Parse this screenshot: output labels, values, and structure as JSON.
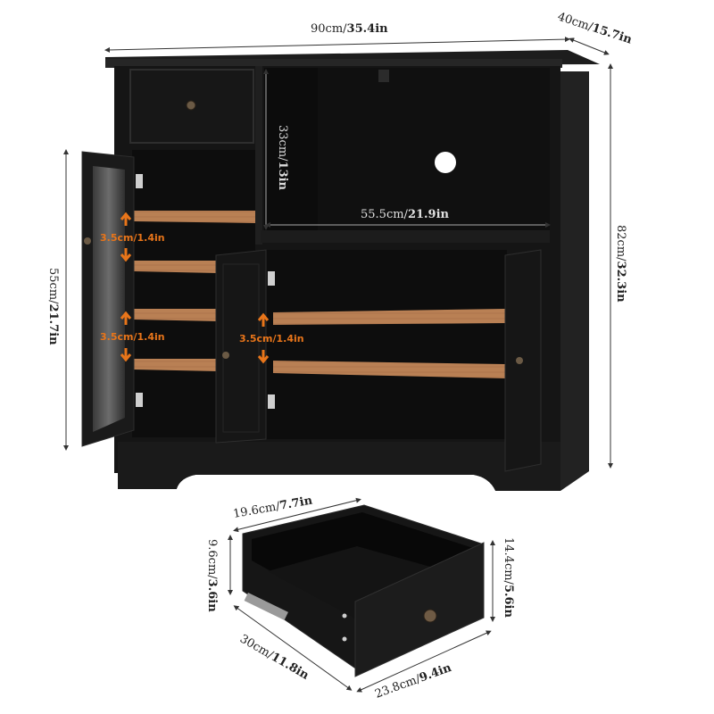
{
  "cabinet": {
    "width": {
      "metric": "90cm/",
      "imperial": "35.4in"
    },
    "depth": {
      "metric": "40cm/",
      "imperial": "15.7in"
    },
    "height": {
      "metric": "82cm/",
      "imperial": "32.3in"
    },
    "side_height": {
      "metric": "55cm/",
      "imperial": "21.7in"
    },
    "open_shelf_height": {
      "metric": "33cm/",
      "imperial": "13in"
    },
    "open_shelf_width": {
      "metric": "55.5cm/",
      "imperial": "21.9in"
    },
    "shelf_spacing_left_1": "3.5cm/1.4in",
    "shelf_spacing_left_2": "3.5cm/1.4in",
    "shelf_spacing_right": "3.5cm/1.4in"
  },
  "drawer": {
    "inner_width": {
      "metric": "19.6cm/",
      "imperial": "7.7in"
    },
    "inner_height": {
      "metric": "9.6cm/",
      "imperial": "3.6in"
    },
    "front_height": {
      "metric": "14.4cm/",
      "imperial": "5.6in"
    },
    "depth": {
      "metric": "30cm/",
      "imperial": "11.8in"
    },
    "front_width": {
      "metric": "23.8cm/",
      "imperial": "9.4in"
    }
  },
  "colors": {
    "cabinet": "#151515",
    "interior": "#0c0c0c",
    "shelf": "#b98054",
    "accent_arrow": "#e8751a",
    "dimension_line": "#333333"
  }
}
